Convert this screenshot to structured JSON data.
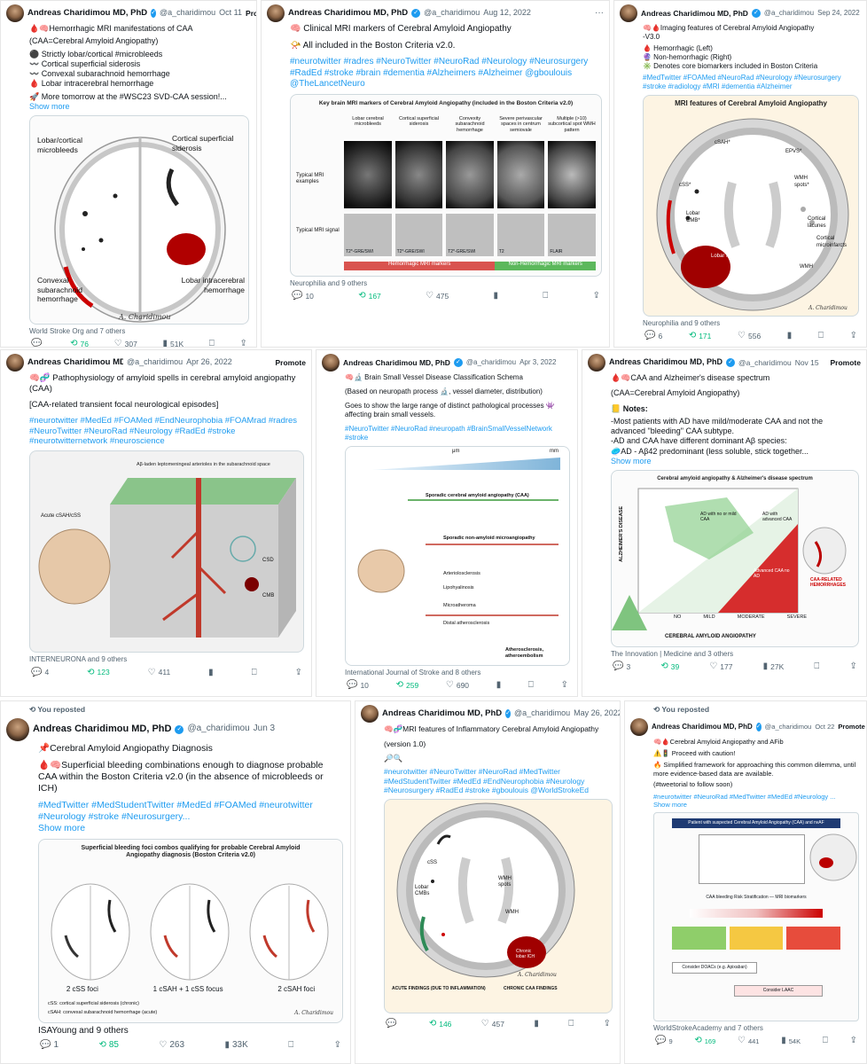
{
  "author": {
    "name": "Andreas Charidimou MD, PhD",
    "handle": "@a_charidimou"
  },
  "cards": [
    {
      "date": "Oct 11",
      "promote": "Promote",
      "lines": [
        "🩸🧠Hemorrhagic MRI manifestations of CAA",
        "(CAA=Cerebral Amyloid Angiopathy)",
        "⚫ Strictly lobar/cortical #microbleeds",
        "〰️ Cortical superficial siderosis",
        "〰️ Convexal subarachnoid hemorrhage",
        "🩸 Lobar intracerebral hemorrhage",
        "🚀 More tomorrow at the #WSC23 SVD-CAA session!..."
      ],
      "show_more": "Show more",
      "figure": {
        "labels": [
          "Lobar/cortical microbleeds",
          "Cortical superficial siderosis",
          "Convexal subarachnoid hemorrhage",
          "Lobar intracerebral hemorrhage"
        ],
        "signature": "A. Charidimou"
      },
      "attribution": "World Stroke Org and 7 others",
      "stats": {
        "replies": "",
        "reposts": "76",
        "likes": "307",
        "views": "51K"
      }
    },
    {
      "date": "Aug 12, 2022",
      "lines": [
        "🧠 Clinical MRI markers of Cerebral Amyloid Angiopathy",
        "📯 All included in the Boston Criteria v2.0."
      ],
      "tags": "#neurotwitter #radres #NeuroTwitter #NeuroRad #Neurology #Neurosurgery #RadEd #stroke #brain #dementia #Alzheimers #Alzheimer @gboulouis @TheLancetNeuro",
      "figure": {
        "title": "Key brain MRI markers of Cerebral Amyloid Angiopathy (included in the Boston Criteria v2.0)",
        "columns": [
          "Lobar cerebral microbleeds",
          "Cortical superficial siderosis",
          "Convexity subarachnoid hemorrhage",
          "Severe perivascular spaces in centrum semiovale",
          "Multiple (>10) subcortical spot WMH pattern"
        ],
        "row1": "Typical MRI examples",
        "row2": "Typical MRI signal",
        "seqs": [
          "T2*-GRE/SWI",
          "T2*-GRE/SWI",
          "T2*-GRE/SWI",
          "T2",
          "FLAIR"
        ],
        "band_hem": "Hemorrhagic MRI markers",
        "band_non": "Non-Hemorrhagic MRI markers"
      },
      "attribution": "Neurophilia and 9 others",
      "stats": {
        "replies": "10",
        "reposts": "167",
        "likes": "475",
        "views": ""
      }
    },
    {
      "date": "Sep 24, 2022",
      "lines": [
        "🧠🩸Imaging features of Cerebral Amyloid Angiopathy",
        "-V3.0",
        "🩸 Hemorrhagic (Left)",
        "🔮 Non-hemorrhagic (Right)",
        "✳️ Denotes core biomarkers included in Boston Criteria"
      ],
      "tags": "#MedTwitter #FOAMed #NeuroRad #Neurology #Neurosurgery #stroke #radiology #MRI #dementia #Alzheimer",
      "figure": {
        "title": "MRI features of Cerebral Amyloid Angiopathy",
        "labels": [
          "cSAH*",
          "EPVS*",
          "cSS*",
          "Lobar CMB*",
          "WMH spots*",
          "Cortical lacunes",
          "Cortical microinfarcts",
          "Lobar ICH*",
          "WMH"
        ],
        "signature": "A. Charidimou"
      },
      "attribution": "Neurophilia and 9 others",
      "stats": {
        "replies": "6",
        "reposts": "171",
        "likes": "556",
        "views": ""
      }
    },
    {
      "date": "Apr 26, 2022",
      "promote": "Promote",
      "lines": [
        "🧠🧬 Pathophysiology of amyloid spells in cerebral amyloid angiopathy (CAA)",
        "[CAA-related transient focal neurological episodes]"
      ],
      "tags": "#neurotwitter #MedEd #FOAMed #EndNeurophobia #FOAMrad #radres #NeuroTwitter #NeuroRad #Neurology #RadEd #stroke #neurotwitternetwork #neuroscience",
      "figure": {
        "title": "Aβ-laden leptomeningeal arterioles in the subarachnoid space",
        "labels": [
          "Acute cSAH/cSS",
          "CSD",
          "CMB"
        ]
      },
      "attribution": "INTERNEURONA and 9 others",
      "stats": {
        "replies": "4",
        "reposts": "123",
        "likes": "411",
        "views": ""
      }
    },
    {
      "date": "Apr 3, 2022",
      "lines": [
        "🧠🔬 Brain Small Vessel Disease Classification Schema",
        "(Based on neuropath process 🔬, vessel diameter, distribution)",
        "Goes to show the large range of distinct pathological processes 👾 affecting brain small vessels."
      ],
      "tags": "#NeuroTwitter #NeuroRad #neuropath #BrainSmallVesselNetwork #stroke",
      "figure": {
        "scale": [
          "μm",
          "mm"
        ],
        "boxes": [
          "Sporadic cerebral amyloid angiopathy (CAA)",
          "Sporadic non-amyloid microangiopathy",
          "Arteriolosclerosis",
          "Lipohyalinosis",
          "Microatheroma",
          "Distal atherosclerosis"
        ],
        "footer": "Atherosclerosis, atheroembolism"
      },
      "attribution": "International Journal of Stroke and 8 others",
      "stats": {
        "replies": "10",
        "reposts": "259",
        "likes": "690",
        "views": ""
      }
    },
    {
      "date": "Nov 15",
      "promote": "Promote",
      "lines": [
        "🩸🧠CAA and Alzheimer's disease spectrum",
        "(CAA=Cerebral Amyloid Angiopathy)",
        "📒 Notes:",
        "-Most patients with AD have mild/moderate CAA and not the advanced \"bleeding\" CAA subtype.",
        "-AD and CAA have different dominant Aβ species:",
        "🥏AD - Aβ42 predominant (less soluble, stick together..."
      ],
      "show_more": "Show more",
      "figure": {
        "title": "Cerebral amyloid angiopathy & Alzheimer's disease spectrum",
        "yaxis": "ALZHEIMER'S DISEASE",
        "xaxis": "CEREBRAL AMYLOID ANGIOPATHY",
        "stages": [
          "NO",
          "MILD",
          "MODERATE",
          "SEVERE"
        ],
        "labels": [
          "AD with no or mild CAA",
          "AD with advanced CAA",
          "Advanced CAA no AD",
          "CAA-RELATED HEMORRHAGES"
        ]
      },
      "attribution": "The Innovation | Medicine and 3 others",
      "stats": {
        "replies": "3",
        "reposts": "39",
        "likes": "177",
        "views": "27K"
      }
    },
    {
      "repost": "You reposted",
      "date": "Jun 3",
      "lines": [
        "📌Cerebral Amyloid Angiopathy Diagnosis",
        "🩸🧠Superficial bleeding combinations enough to diagnose probable CAA within the Boston Criteria v2.0 (in the absence of microbleeds or ICH)"
      ],
      "tags": "#MedTwitter #MedStudentTwitter #MedEd #FOAMed #neurotwitter #Neurology #stroke #Neurosurgery...",
      "show_more": "Show more",
      "figure": {
        "title": "Superficial bleeding foci combos qualifying for probable Cerebral Amyloid Angiopathy diagnosis (Boston Criteria v2.0)",
        "captions": [
          "2 cSS foci",
          "1 cSAH + 1 cSS focus",
          "2 cSAH foci"
        ],
        "legend": [
          "cSS: cortical superficial siderosis (chronic)",
          "cSAH: convexal subarachnoid hemorrhage (acute)"
        ],
        "signature": "A. Charidimou"
      },
      "attribution": "ISAYoung and 9 others",
      "stats": {
        "replies": "1",
        "reposts": "85",
        "likes": "263",
        "views": "33K"
      }
    },
    {
      "date": "May 26, 2022",
      "lines": [
        "🧠🧬MRI features of Inflammatory Cerebral Amyloid Angiopathy",
        "(version 1.0)",
        "🔎🔍"
      ],
      "tags": "#neurotwitter #NeuroTwitter #NeuroRad #MedTwitter #MedStudentTwitter #MedEd #EndNeurophobia #Neurology #Neurosurgery #RadEd #stroke #gboulouis @WorldStrokeEd",
      "figure": {
        "labels": [
          "cSS",
          "Lobar CMBs",
          "WMH spots",
          "WMH",
          "Chronic lobar ICH"
        ],
        "legend_left": "ACUTE FINDINGS (DUE TO INFLAMMATION)",
        "legend_right": "CHRONIC CAA FINDINGS",
        "signature": "A. Charidimou"
      },
      "attribution": "",
      "stats": {
        "replies": "",
        "reposts": "146",
        "likes": "457",
        "views": ""
      }
    },
    {
      "repost": "You reposted",
      "date": "Oct 22",
      "promote": "Promote",
      "lines": [
        "🧠🩸Cerebral Amyloid Angiopathy and AFib",
        "⚠️🚦 Proceed with caution!",
        "🔥 Simplified framework for approaching this common dilemma, until more evidence-based data are available.",
        "(#tweetorial to follow soon)"
      ],
      "tags": "#neurotwitter #NeuroRad #MedTwitter #MedEd #Neurology ...",
      "show_more": "Show more",
      "figure": {
        "header": "Patient with suspected Cerebral Amyloid Angiopathy (CAA) and nvAF",
        "rows": [
          "CAA bleeding Risk Stratification — MRI biomarkers",
          "Consider DOACs (e.g. Apixaban)",
          "Consider LAAC"
        ]
      },
      "attribution": "WorldStrokeAcademy and 7 others",
      "stats": {
        "replies": "9",
        "reposts": "169",
        "likes": "441",
        "views": "54K"
      }
    }
  ]
}
